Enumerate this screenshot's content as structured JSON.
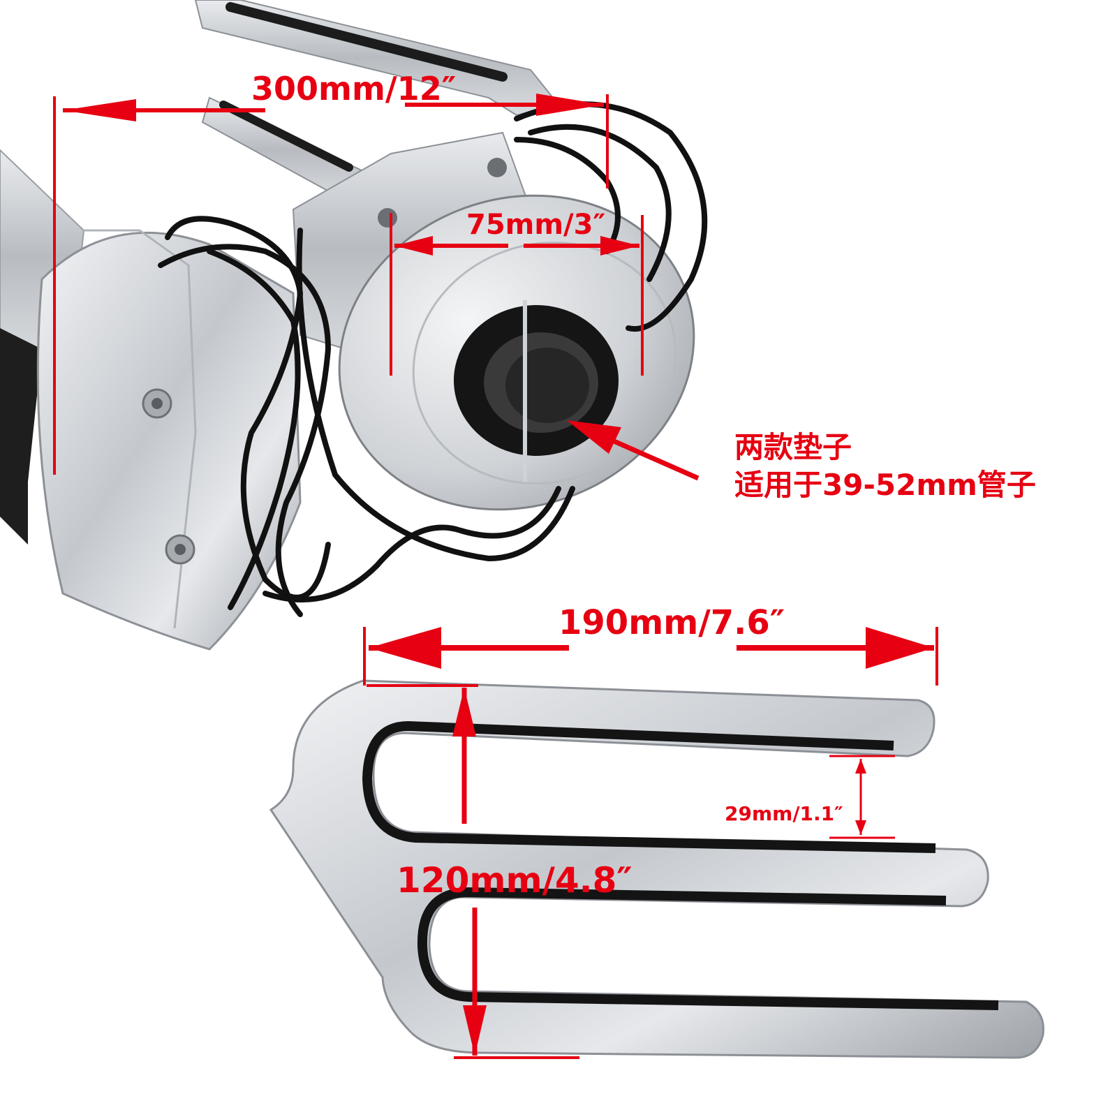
{
  "dimensions": {
    "overall_length": "300mm/12″",
    "clamp_width": "75mm/3″",
    "fork_length": "190mm/7.6″",
    "fork_height": "120mm/4.8″",
    "slot_gap": "29mm/1.1″"
  },
  "note": {
    "line1": "两款垫子",
    "line2": "适用于39-52mm管子"
  },
  "colors": {
    "annotation": "#e60012",
    "metal": "#c9ccd0",
    "rubber": "#1a1a1a"
  }
}
